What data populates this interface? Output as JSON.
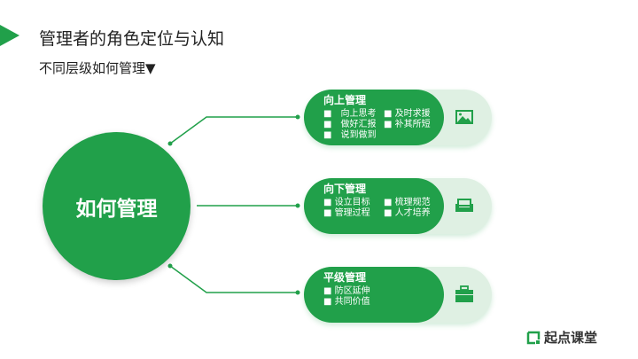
{
  "header": {
    "title": "管理者的角色定位与认知",
    "subtitle": "不同层级如何管理▼"
  },
  "center": {
    "label": "如何管理"
  },
  "cards": [
    {
      "title": "向上管理",
      "items": [
        "■　向上思考",
        "■ 及时求援",
        "■　做好汇报",
        "■ 补其所短",
        "■　说到做到"
      ],
      "icon": "image-icon"
    },
    {
      "title": "向下管理",
      "items": [
        "■ 设立目标",
        "■ 梳理规范",
        "■ 管理过程",
        "■ 人才培养"
      ],
      "icon": "sofa-icon"
    },
    {
      "title": "平级管理",
      "items": [
        "■ 防区延伸",
        "■ 共同价值"
      ],
      "icon": "briefcase-icon"
    }
  ],
  "brand": {
    "name": "起点课堂"
  },
  "colors": {
    "accent": "#21a04a",
    "light": "#dff0e3"
  }
}
